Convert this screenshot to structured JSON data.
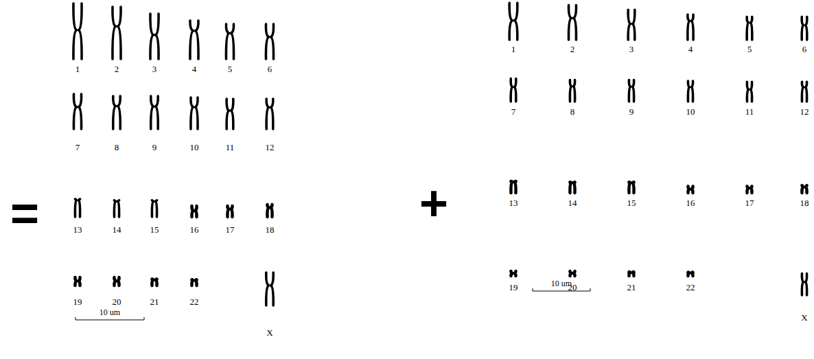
{
  "diagram": {
    "labels": [
      "=",
      "1",
      "2",
      "3",
      "4",
      "5",
      "6",
      "7",
      "8",
      "9",
      "10",
      "11",
      "12",
      "13",
      "14",
      "15",
      "16",
      "17",
      "18",
      "19",
      "20",
      "21",
      "22",
      "X",
      "10 um",
      "+",
      "1",
      "2",
      "3",
      "4",
      "5",
      "6",
      "7",
      "8",
      "9",
      "10",
      "11",
      "12",
      "13",
      "14",
      "15",
      "16",
      "17",
      "18",
      "19",
      "20",
      "21",
      "22",
      "X",
      "10 um"
    ]
  }
}
